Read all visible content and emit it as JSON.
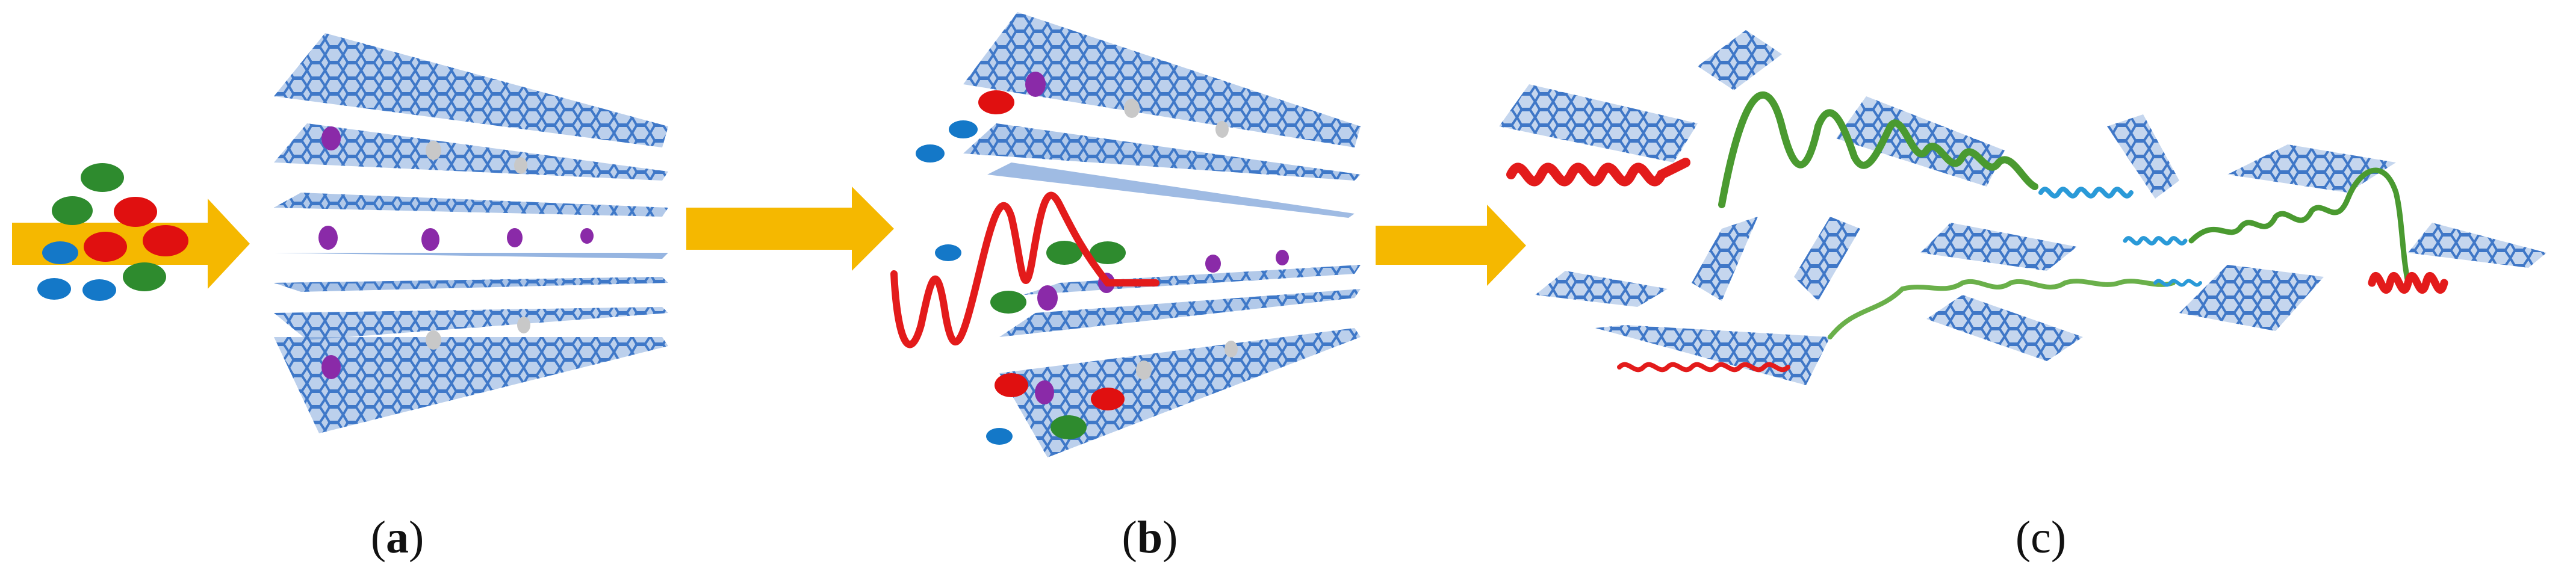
{
  "panels": [
    {
      "id": "a",
      "label": "a",
      "label_bold": true
    },
    {
      "id": "b",
      "label": "b",
      "label_bold": true
    },
    {
      "id": "c",
      "label": "c",
      "label_bold": false
    }
  ],
  "colors": {
    "sheet": "#3f78c8",
    "sheet_light": "#9cbbe6",
    "arrow": "#f5b800",
    "ion_red": "#e01010",
    "ion_green": "#2e8b2e",
    "ion_blue": "#1478c8",
    "ion_purple": "#8a2aa8",
    "ion_gray": "#c8c8c8",
    "wave_red": "#e31b1b",
    "wave_green": "#4a9a30",
    "wave_blue": "#2a9ad8"
  },
  "icons": [
    "arrow-right-icon",
    "graphene-sheet-icon",
    "ion-icon",
    "wave-icon"
  ]
}
